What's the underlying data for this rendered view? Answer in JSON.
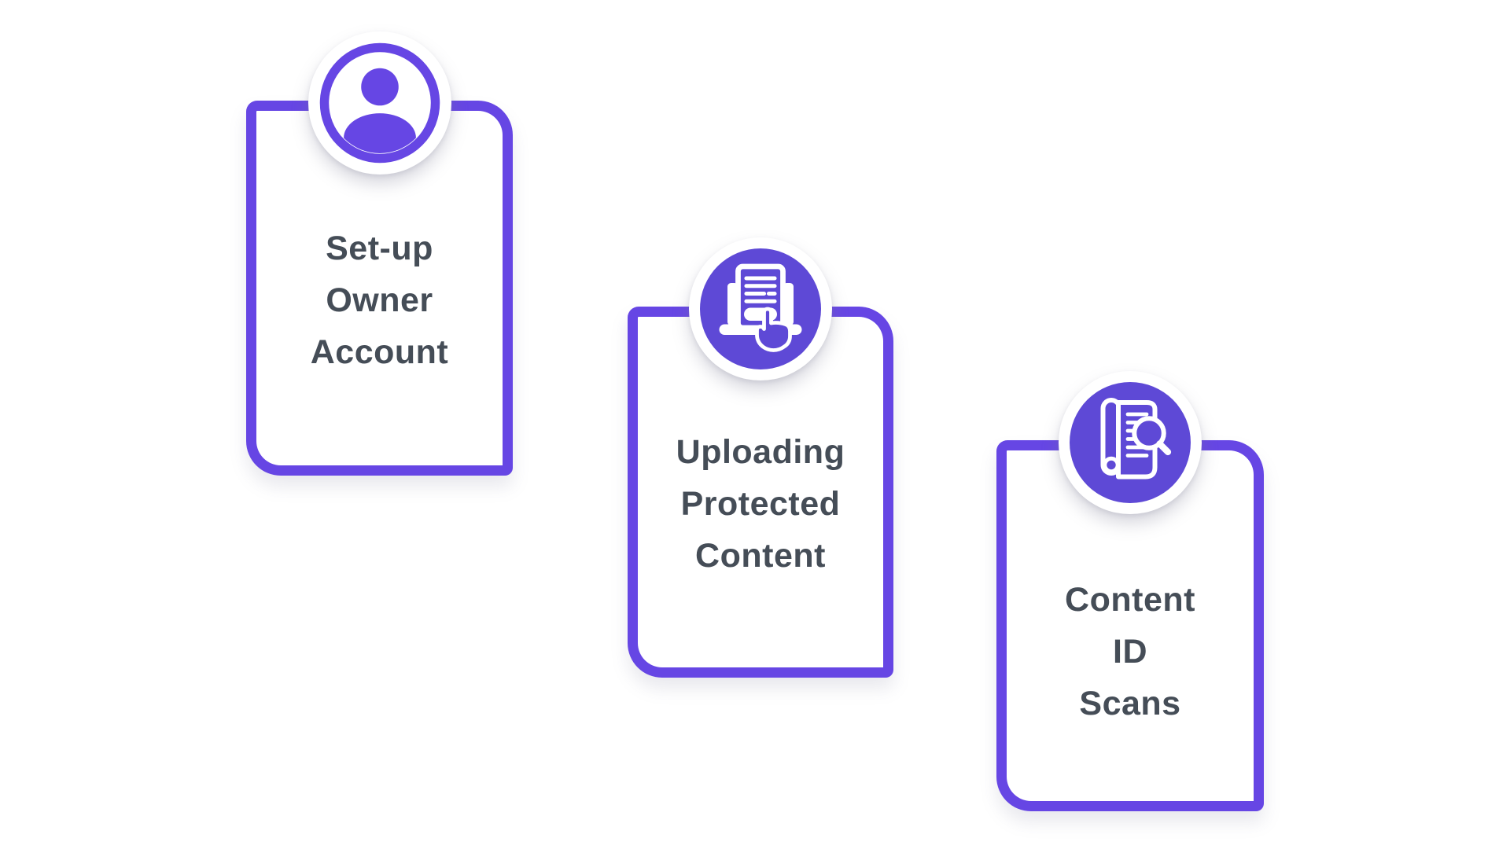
{
  "page": {
    "background": "#ffffff"
  },
  "colors": {
    "page_bg": "#ffffff",
    "accent_border": "#6646E4",
    "icon_circle": "#5E49D6",
    "badge_bg": "#ffffff",
    "text": "#454D57"
  },
  "cards": [
    {
      "id": "setup-owner-account",
      "icon": "user-avatar-icon",
      "lines": [
        "Set-up",
        "Owner",
        "Account"
      ]
    },
    {
      "id": "uploading-protected-content",
      "icon": "laptop-document-tap-icon",
      "lines": [
        "Uploading",
        "Protected",
        "Content"
      ]
    },
    {
      "id": "content-id-scans",
      "icon": "document-magnifier-scan-icon",
      "lines": [
        "Content",
        "ID",
        "Scans"
      ]
    }
  ]
}
